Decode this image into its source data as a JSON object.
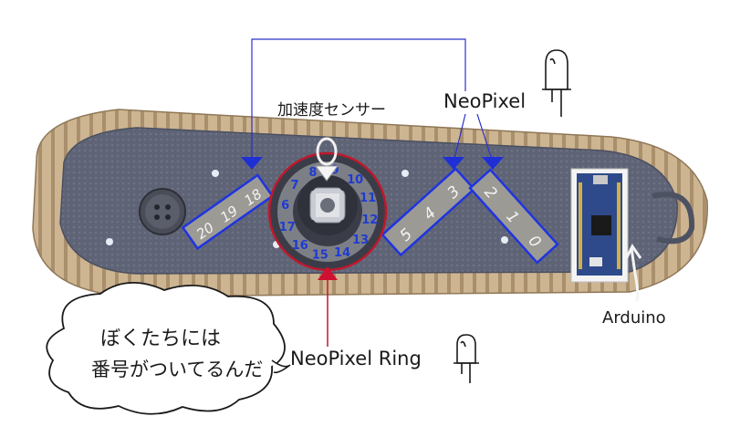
{
  "labels": {
    "sensor": "加速度センサー",
    "neopixel": "NeoPixel",
    "neopixel_ring": "NeoPixel Ring",
    "arduino": "Arduino"
  },
  "speech_bubble": {
    "line1": "ぼくたちには",
    "line2": "番号がついてるんだ"
  },
  "strip_left": [
    "18",
    "19",
    "20"
  ],
  "strip_mid": [
    "3",
    "4",
    "5"
  ],
  "strip_right": [
    "2",
    "1",
    "0"
  ],
  "ring_numbers": [
    "8",
    "9",
    "10",
    "11",
    "12",
    "13",
    "14",
    "15",
    "16",
    "17",
    "6",
    "7"
  ],
  "colors": {
    "wire": "#2b33c8",
    "ring_outline": "#c0182b",
    "strip_outline": "#1f34e0",
    "fabric": "#5d6275",
    "ruffle": "#c4ab88"
  }
}
